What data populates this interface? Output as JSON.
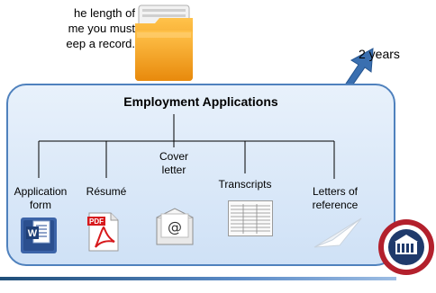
{
  "note": {
    "lines": [
      "he length of",
      "me you must",
      "eep a record."
    ]
  },
  "retention": {
    "label": "2 years"
  },
  "panel": {
    "title": "Employment Applications",
    "items": [
      {
        "label": "Application form",
        "icon": "word-document-icon"
      },
      {
        "label": "Résumé",
        "icon": "pdf-document-icon"
      },
      {
        "label": "Cover letter",
        "icon": "email-at-icon"
      },
      {
        "label": "Transcripts",
        "icon": "transcript-document-icon"
      },
      {
        "label": "Letters of reference",
        "icon": "paper-plane-icon"
      }
    ]
  },
  "colors": {
    "panel_border": "#4f81bd",
    "panel_fill": "#dbe8f7",
    "arrow": "#3a6fb0",
    "folder": "#f4a21d"
  }
}
